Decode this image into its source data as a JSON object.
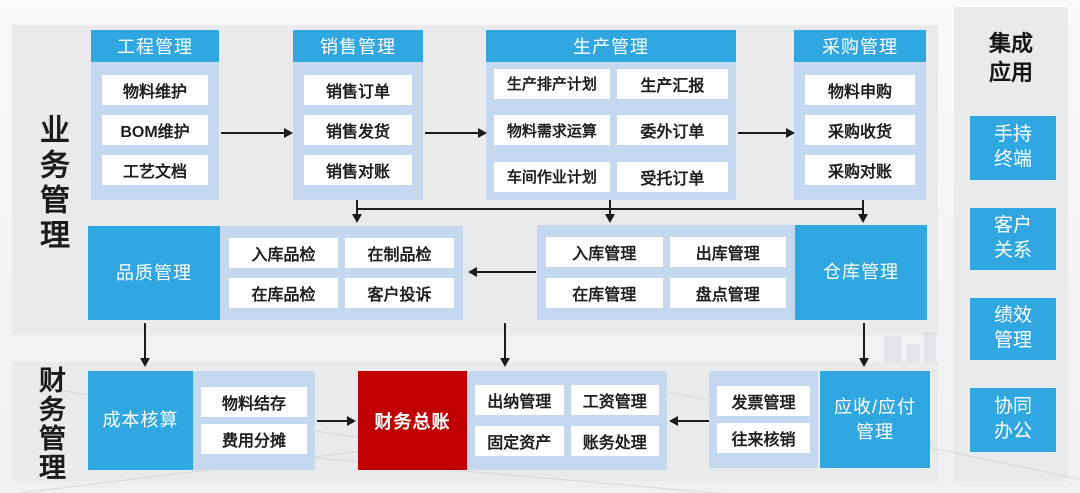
{
  "diagram": {
    "business_label": "业务管理",
    "finance_label": "财务管理",
    "columns": [
      {
        "header": "工程管理",
        "items": [
          "物料维护",
          "BOM维护",
          "工艺文档"
        ]
      },
      {
        "header": "销售管理",
        "items": [
          "销售订单",
          "销售发货",
          "销售对账"
        ]
      },
      {
        "header": "生产管理",
        "left_items": [
          "生产排产计划",
          "物料需求运算",
          "车间作业计划"
        ],
        "right_items": [
          "生产汇报",
          "委外订单",
          "受托订单"
        ]
      },
      {
        "header": "采购管理",
        "items": [
          "物料申购",
          "采购收货",
          "采购对账"
        ]
      }
    ],
    "quality_group": {
      "label": "品质管理",
      "items": [
        "入库品检",
        "在制品检",
        "在库品检",
        "客户投诉"
      ]
    },
    "warehouse_group": {
      "label": "仓库管理",
      "items": [
        "入库管理",
        "出库管理",
        "在库管理",
        "盘点管理"
      ]
    },
    "finance_row": {
      "cost_label": "成本核算",
      "cost_items": [
        "物料结存",
        "费用分摊"
      ],
      "ledger_label": "财务总账",
      "cashier_items": [
        "出纳管理",
        "工资管理",
        "固定资产",
        "账务处理"
      ],
      "invoice_items": [
        "发票管理",
        "往来核销"
      ],
      "arap_label": "应收/应付\n管理"
    },
    "sidebar": {
      "title": "集成\n应用",
      "items": [
        "手持\n终端",
        "客户\n关系",
        "绩效\n管理",
        "协同\n办公"
      ]
    },
    "colors": {
      "accent_blue": "#31a7e2",
      "container_blue": "#c4d8ef",
      "ledger_red": "#c00000",
      "panel_gray": "#e9eaeb",
      "arrow_dark": "#1c1c1c"
    }
  }
}
